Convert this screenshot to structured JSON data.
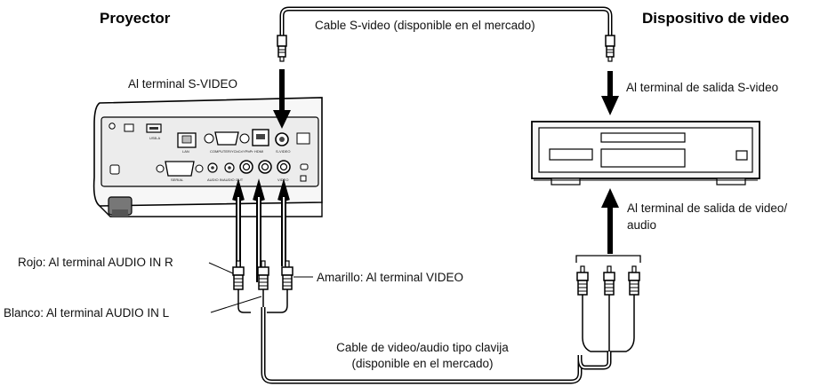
{
  "titles": {
    "projector": "Proyector",
    "video_device": "Dispositivo de video"
  },
  "labels": {
    "svideo_cable": "Cable S-video (disponible en el mercado)",
    "to_svideo_terminal": "Al terminal S-VIDEO",
    "to_svideo_output": "Al terminal de salida S-video",
    "to_av_output_line1": "Al terminal de salida de video/",
    "to_av_output_line2": "audio",
    "red": "Rojo: Al terminal AUDIO IN R",
    "yellow": "Amarillo: Al terminal VIDEO",
    "white": "Blanco: Al terminal AUDIO IN L",
    "av_cable_line1": "Cable de video/audio tipo clavija",
    "av_cable_line2": "(disponible en el mercado)"
  },
  "port_labels": {
    "usb_a": "USB-A",
    "lan": "LAN",
    "computer": "COMPUTER/YCbCr/YPbPr",
    "hdmi": "HDMI",
    "svideo": "S-VIDEO",
    "serial": "SERIAL",
    "audio_in": "AUDIO IN",
    "audio_out": "AUDIO OUT",
    "video": "VIDEO"
  },
  "colors": {
    "line": "#000000",
    "device_body": "#f2f2f2",
    "device_panel": "#d9d9d9"
  }
}
